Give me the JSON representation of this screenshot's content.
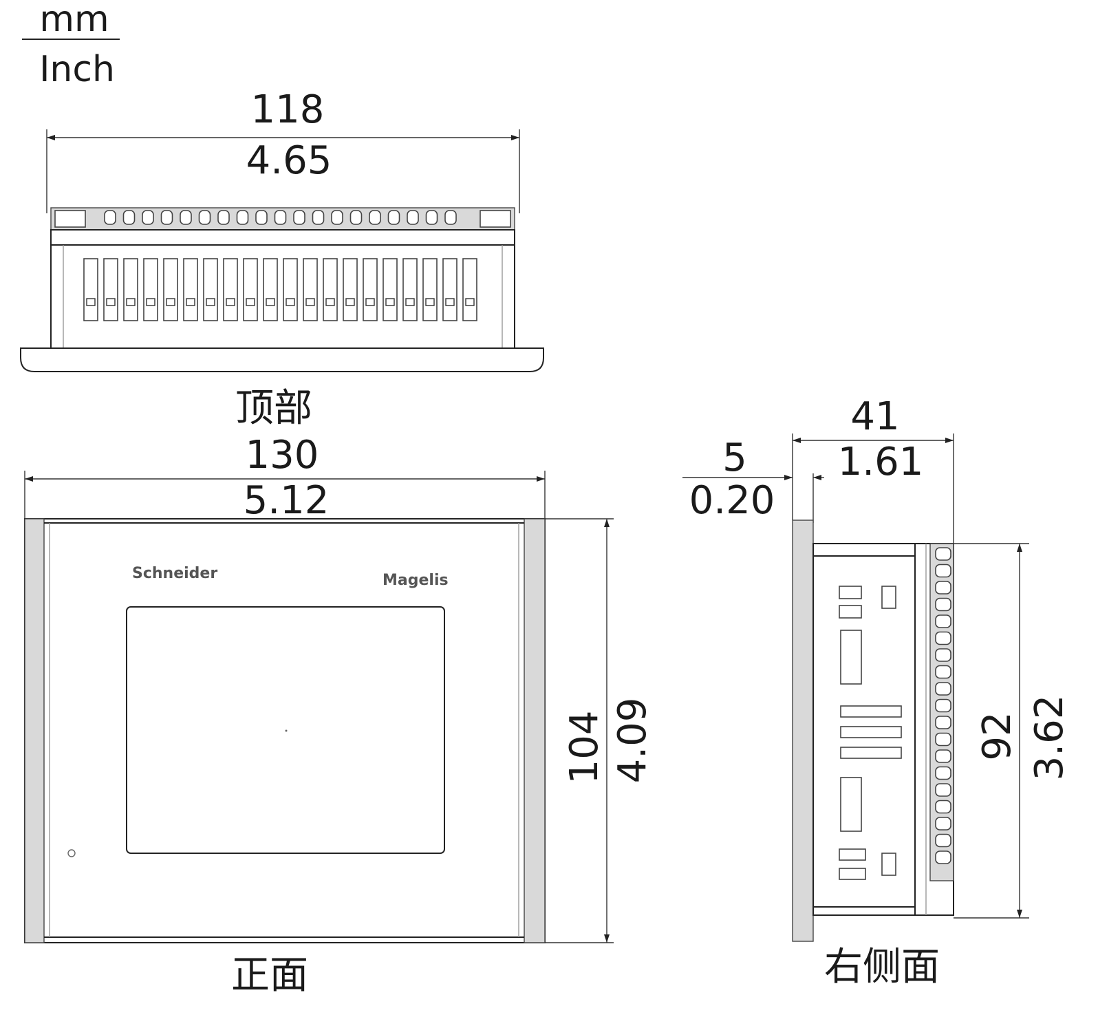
{
  "units": {
    "top": "mm",
    "bottom": "Inch"
  },
  "top_view": {
    "width_mm": "118",
    "width_in": "4.65",
    "label": "顶部"
  },
  "front_view": {
    "width_mm": "130",
    "width_in": "5.12",
    "height_mm": "104",
    "height_in": "4.09",
    "label": "正面",
    "brand_left": "Schneider",
    "brand_right": "Magelis"
  },
  "side_view": {
    "depth_mm": "41",
    "depth_in": "1.61",
    "bezel_mm": "5",
    "bezel_in": "0.20",
    "height_mm": "92",
    "height_in": "3.62",
    "label": "右侧面"
  }
}
